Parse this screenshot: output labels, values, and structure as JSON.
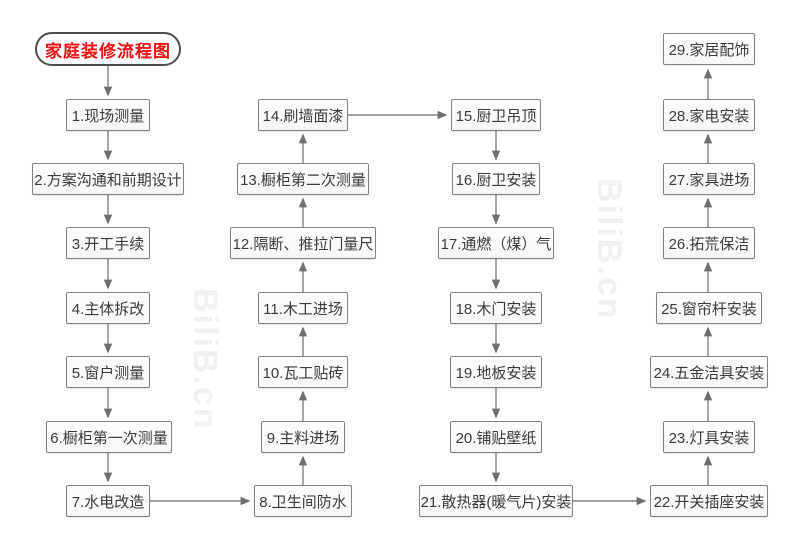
{
  "title": {
    "text": "家庭装修流程图"
  },
  "watermark": {
    "text": "BiliB.cn"
  },
  "colors": {
    "title_text": "#f01010",
    "node_border": "#828282",
    "node_text": "#3b3b3b",
    "arrow": "#6e6e6e",
    "background": "#ffffff"
  },
  "nodes": [
    {
      "id": "1",
      "label": "1.现场测量"
    },
    {
      "id": "2",
      "label": "2.方案沟通和前期设计"
    },
    {
      "id": "3",
      "label": "3.开工手续"
    },
    {
      "id": "4",
      "label": "4.主体拆改"
    },
    {
      "id": "5",
      "label": "5.窗户测量"
    },
    {
      "id": "6",
      "label": "6.橱柜第一次测量"
    },
    {
      "id": "7",
      "label": "7.水电改造"
    },
    {
      "id": "8",
      "label": "8.卫生间防水"
    },
    {
      "id": "9",
      "label": "9.主料进场"
    },
    {
      "id": "10",
      "label": "10.瓦工贴砖"
    },
    {
      "id": "11",
      "label": "11.木工进场"
    },
    {
      "id": "12",
      "label": "12.隔断、推拉门量尺"
    },
    {
      "id": "13",
      "label": "13.橱柜第二次测量"
    },
    {
      "id": "14",
      "label": "14.刷墙面漆"
    },
    {
      "id": "15",
      "label": "15.厨卫吊顶"
    },
    {
      "id": "16",
      "label": "16.厨卫安装"
    },
    {
      "id": "17",
      "label": "17.通燃（煤）气"
    },
    {
      "id": "18",
      "label": "18.木门安装"
    },
    {
      "id": "19",
      "label": "19.地板安装"
    },
    {
      "id": "20",
      "label": "20.铺贴壁纸"
    },
    {
      "id": "21",
      "label": "21.散热器(暖气片)安装"
    },
    {
      "id": "22",
      "label": "22.开关插座安装"
    },
    {
      "id": "23",
      "label": "23.灯具安装"
    },
    {
      "id": "24",
      "label": "24.五金洁具安装"
    },
    {
      "id": "25",
      "label": "25.窗帘杆安装"
    },
    {
      "id": "26",
      "label": "26.拓荒保洁"
    },
    {
      "id": "27",
      "label": "27.家具进场"
    },
    {
      "id": "28",
      "label": "28.家电安装"
    },
    {
      "id": "29",
      "label": "29.家居配饰"
    }
  ],
  "edges": [
    [
      "start",
      "1"
    ],
    [
      "1",
      "2"
    ],
    [
      "2",
      "3"
    ],
    [
      "3",
      "4"
    ],
    [
      "4",
      "5"
    ],
    [
      "5",
      "6"
    ],
    [
      "6",
      "7"
    ],
    [
      "7",
      "8"
    ],
    [
      "8",
      "9"
    ],
    [
      "9",
      "10"
    ],
    [
      "10",
      "11"
    ],
    [
      "11",
      "12"
    ],
    [
      "12",
      "13"
    ],
    [
      "13",
      "14"
    ],
    [
      "14",
      "15"
    ],
    [
      "15",
      "16"
    ],
    [
      "16",
      "17"
    ],
    [
      "17",
      "18"
    ],
    [
      "18",
      "19"
    ],
    [
      "19",
      "20"
    ],
    [
      "20",
      "21"
    ],
    [
      "21",
      "22"
    ],
    [
      "22",
      "23"
    ],
    [
      "23",
      "24"
    ],
    [
      "24",
      "25"
    ],
    [
      "25",
      "26"
    ],
    [
      "26",
      "27"
    ],
    [
      "27",
      "28"
    ],
    [
      "28",
      "29"
    ]
  ]
}
